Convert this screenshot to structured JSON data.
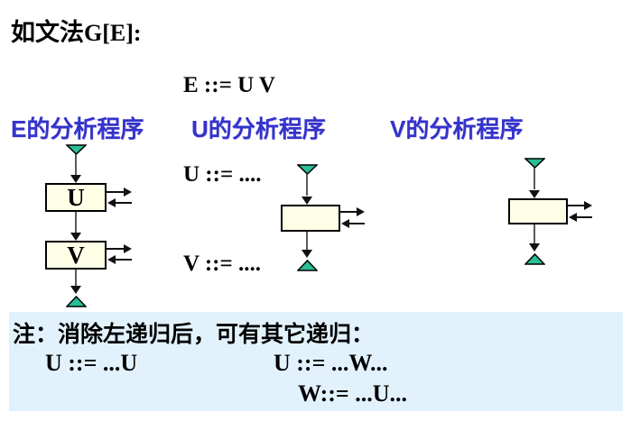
{
  "title": {
    "prefix": "如文法",
    "grammar_name": "G[E]:"
  },
  "grammar": {
    "lines": [
      "E ::= U V",
      "U ::= ....",
      "V ::= ...."
    ]
  },
  "headers": [
    {
      "label": "E的分析程序"
    },
    {
      "label": "U的分析程序"
    },
    {
      "label": "V的分析程序"
    }
  ],
  "diagrams": {
    "e_parser": {
      "box_u_label": "U",
      "box_v_label": "V"
    },
    "u_parser": {
      "box_label": ""
    },
    "v_parser": {
      "box_label": ""
    }
  },
  "icons": {
    "start_marker": "down-triangle-icon",
    "end_marker": "up-triangle-icon"
  },
  "note": {
    "line1": "注：消除左递归后，可有其它递归：",
    "rule_left": "U ::= ...U",
    "rule_right_top": "U ::= ...W...",
    "rule_right_bottom": "W::= ...U..."
  },
  "colors": {
    "header_blue": "#3333CC",
    "note_background": "#E2F2FC",
    "box_fill": "#FFFFE8",
    "triangle_teal": "#28BE96"
  }
}
